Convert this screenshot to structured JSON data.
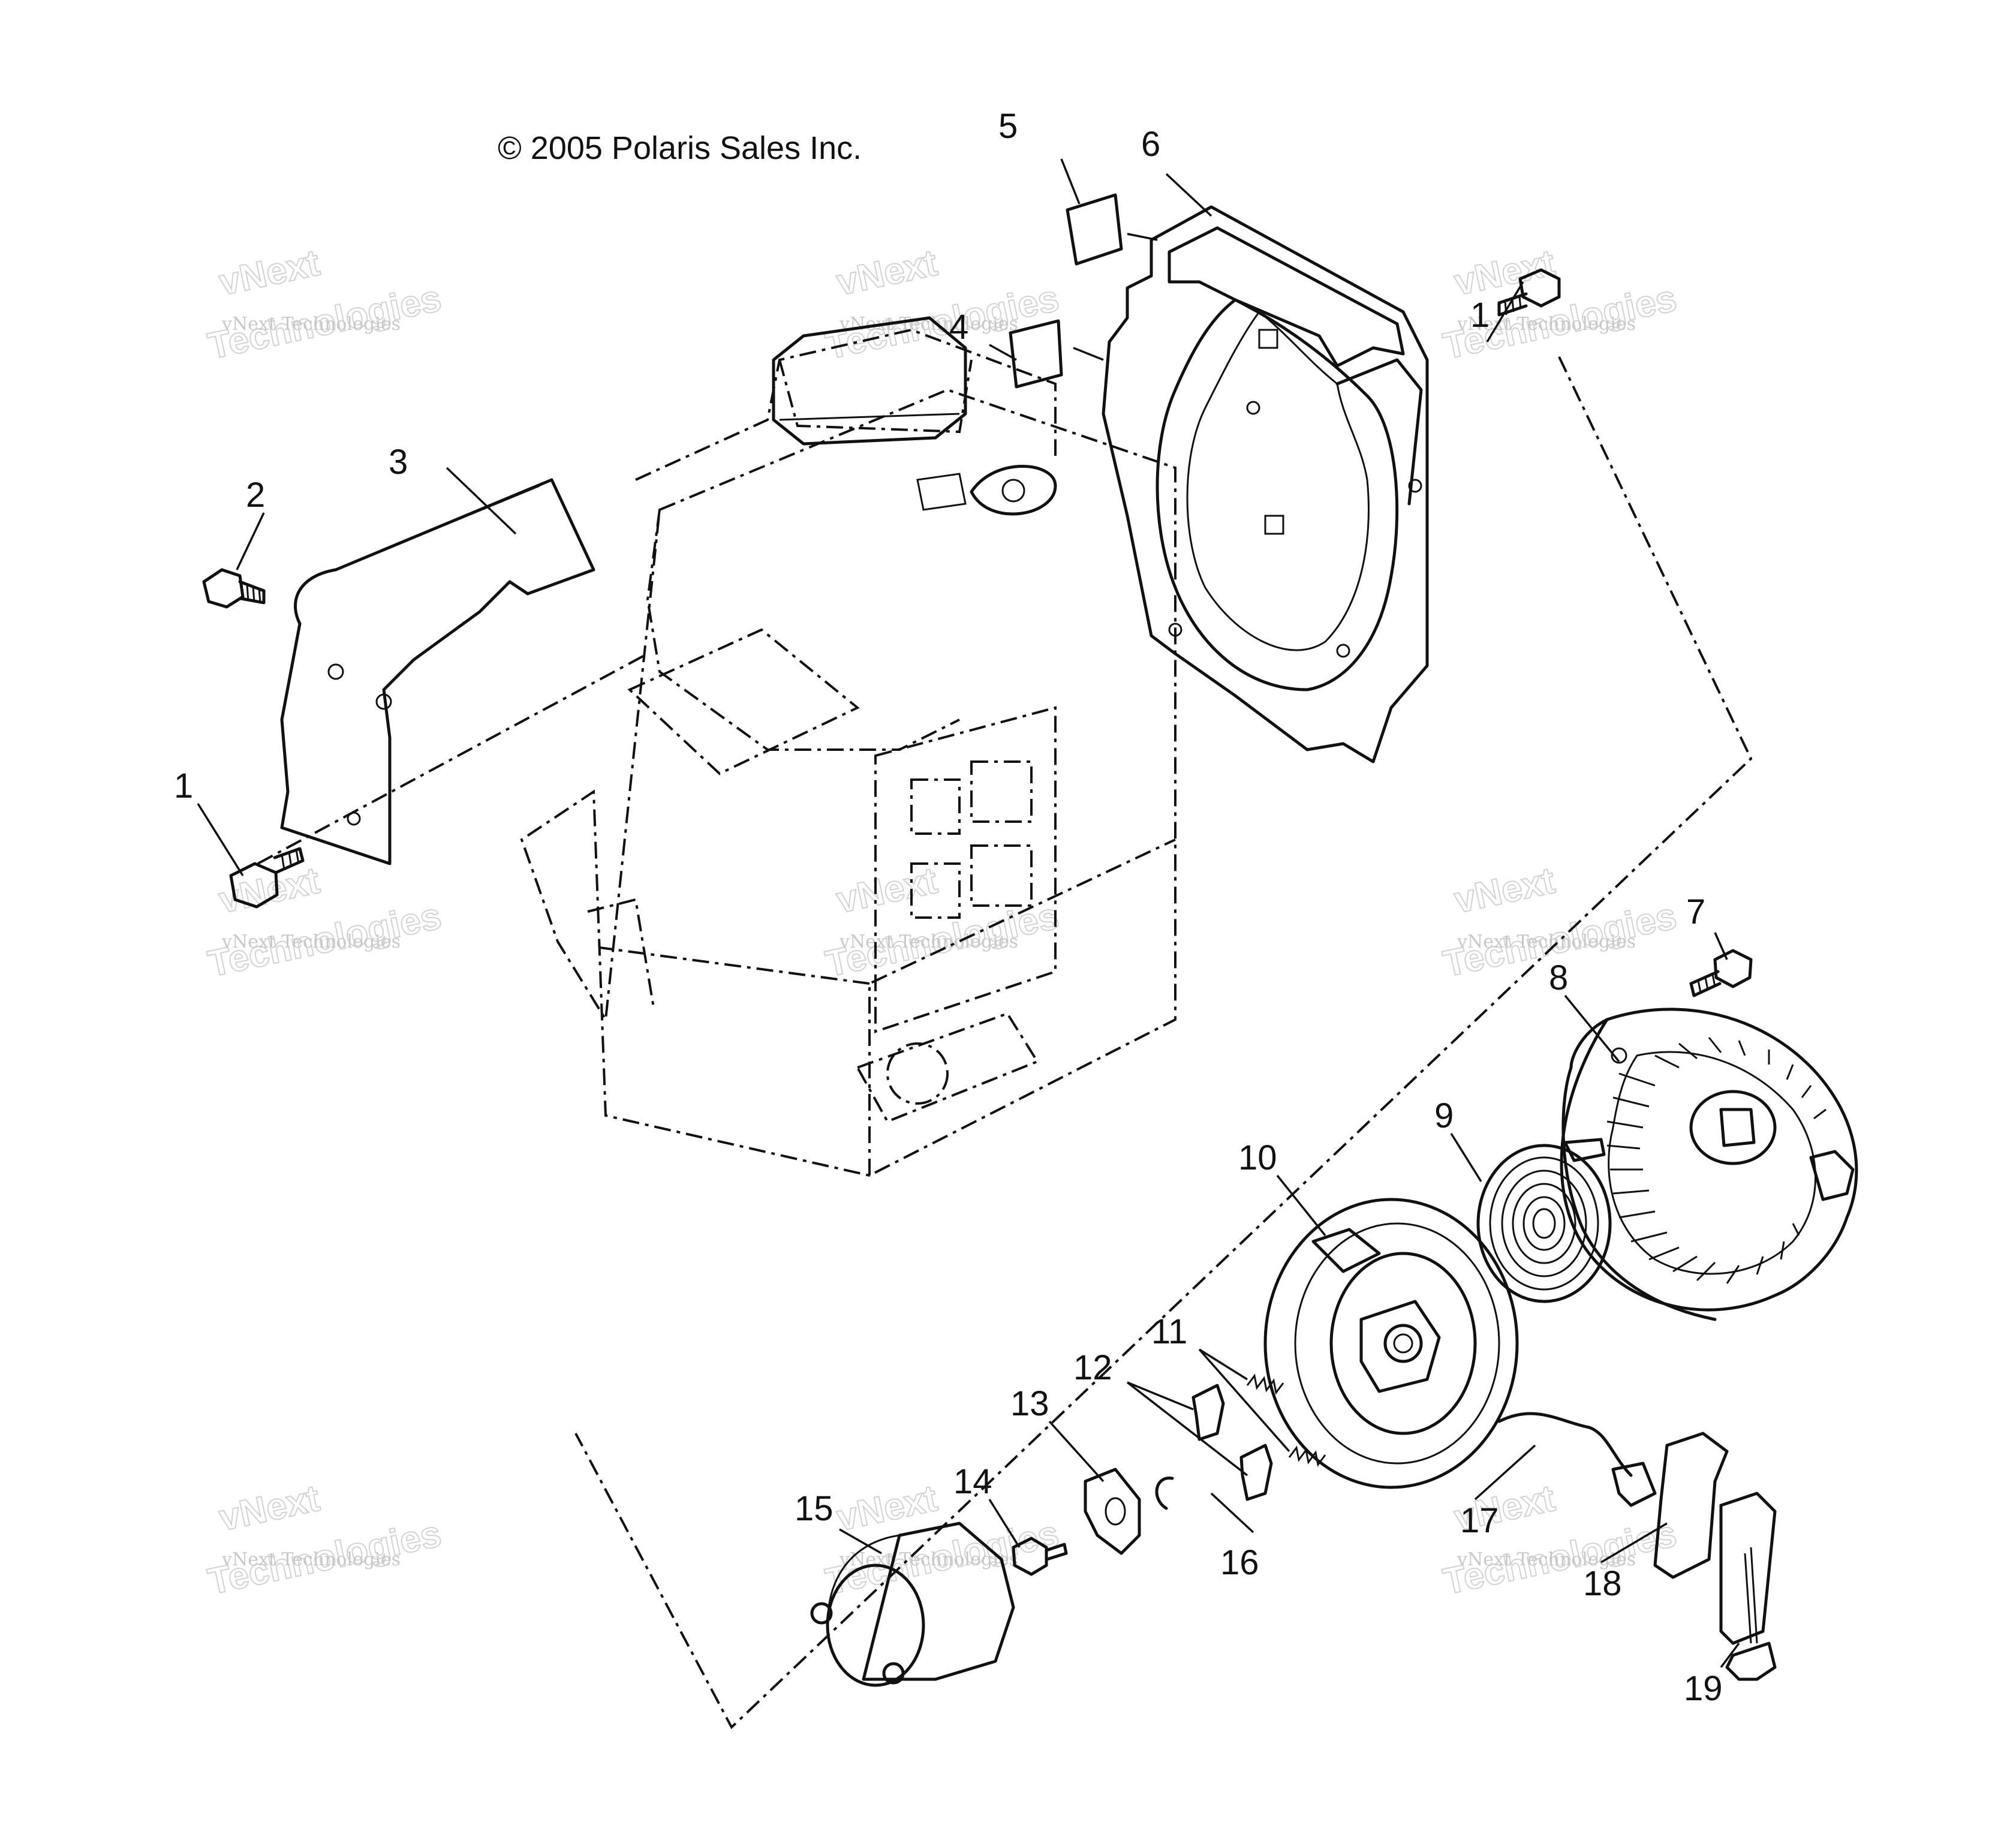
{
  "copyright": "© 2005 Polaris Sales Inc.",
  "watermark": {
    "line_small": "vNext Technologies",
    "line_big_top": "vNext",
    "line_big_bottom": "Technologies"
  },
  "callouts": {
    "c1a": "1",
    "c1b": "1",
    "c2": "2",
    "c3": "3",
    "c4": "4",
    "c5": "5",
    "c6": "6",
    "c7": "7",
    "c8": "8",
    "c9": "9",
    "c10": "10",
    "c11": "11",
    "c12": "12",
    "c13": "13",
    "c14": "14",
    "c15": "15",
    "c16": "16",
    "c17": "17",
    "c18": "18",
    "c19": "19"
  }
}
